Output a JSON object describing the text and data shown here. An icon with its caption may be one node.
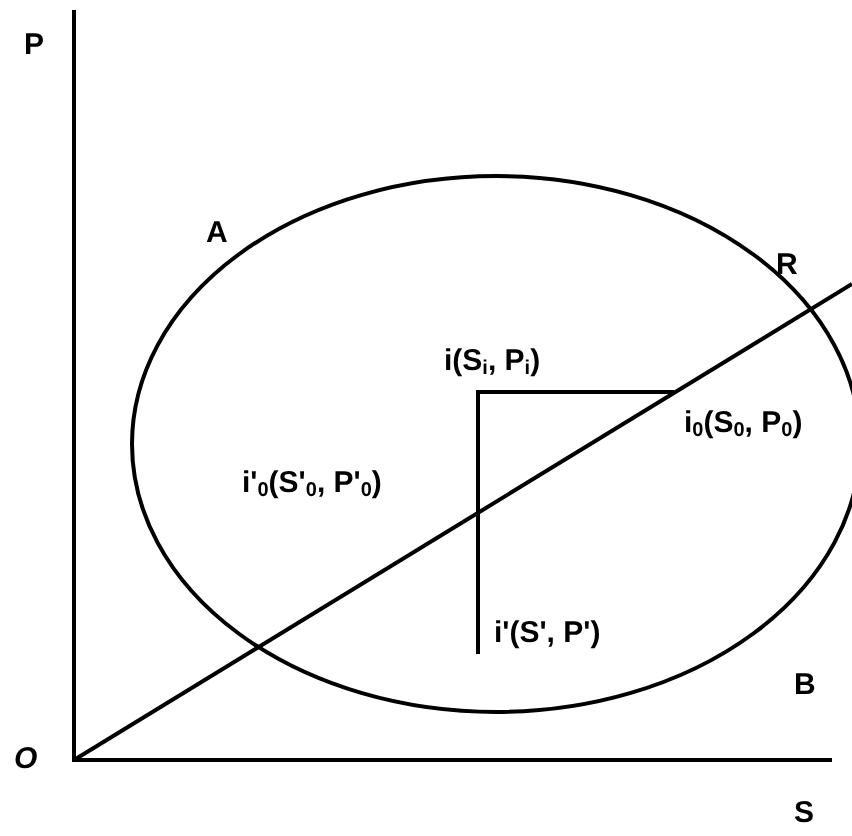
{
  "diagram": {
    "labels": [
      "P",
      "A",
      "R",
      "i(S$_{i}$, P$_{i}$)",
      "i$_{0}$(S$_{0}$, P$_{0}$)",
      "i'$_{0}$(S'$_{0}$, P'$_{0}$)",
      "i'(S', P')",
      "B",
      "O",
      "S"
    ]
  }
}
